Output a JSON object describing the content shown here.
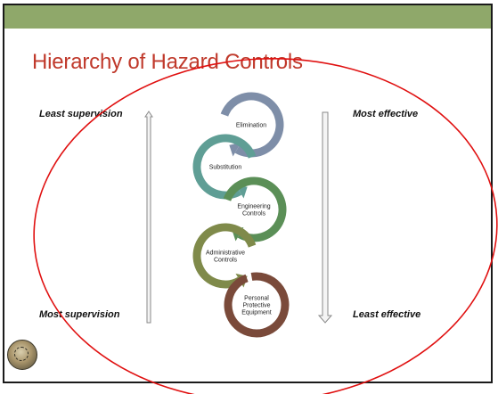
{
  "slide": {
    "title": "Hierarchy of Hazard Controls",
    "left_top_label": "Least supervision",
    "left_bottom_label": "Most supervision",
    "right_top_label": "Most effective",
    "right_bottom_label": "Least effective"
  },
  "controls": [
    {
      "label_lines": [
        "Elimination"
      ],
      "color": "#7e8ea8"
    },
    {
      "label_lines": [
        "Substitution"
      ],
      "color": "#5f9e95"
    },
    {
      "label_lines": [
        "Engineering",
        "Controls"
      ],
      "color": "#5b8f57"
    },
    {
      "label_lines": [
        "Administrative",
        "Controls"
      ],
      "color": "#7f8a4a"
    },
    {
      "label_lines": [
        "Personal",
        "Protective",
        "Equipment"
      ],
      "color": "#7a4a3a"
    }
  ],
  "colors": {
    "title": "#c0392b",
    "annotation_oval": "#e01010",
    "header_band": "#8fa86a"
  },
  "icons": {
    "left_arrow": "arrow-up-icon",
    "right_arrow": "arrow-down-icon",
    "logo": "institution-seal-logo"
  }
}
